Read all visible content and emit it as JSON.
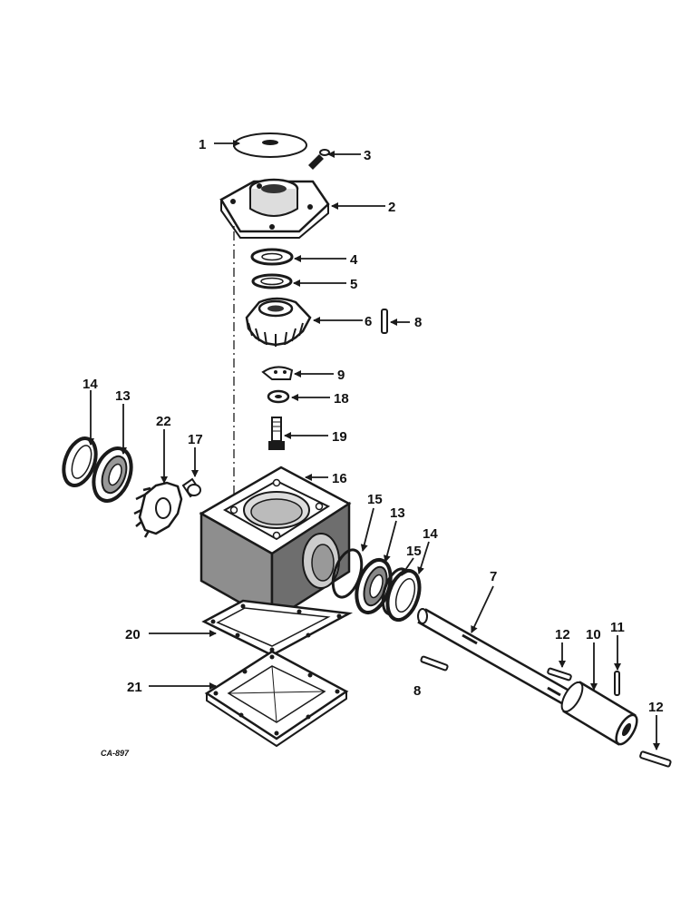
{
  "diagram": {
    "drawing_code": "CA-897",
    "colors": {
      "ink": "#1a1a1a",
      "fill": "#ffffff",
      "shade": "#8a8a8a"
    },
    "callouts": [
      "1",
      "2",
      "3",
      "4",
      "5",
      "6",
      "8",
      "9",
      "18",
      "19",
      "14",
      "13",
      "22",
      "17",
      "16",
      "15",
      "13",
      "15",
      "14",
      "7",
      "20",
      "8",
      "12",
      "10",
      "11",
      "21",
      "12"
    ]
  }
}
